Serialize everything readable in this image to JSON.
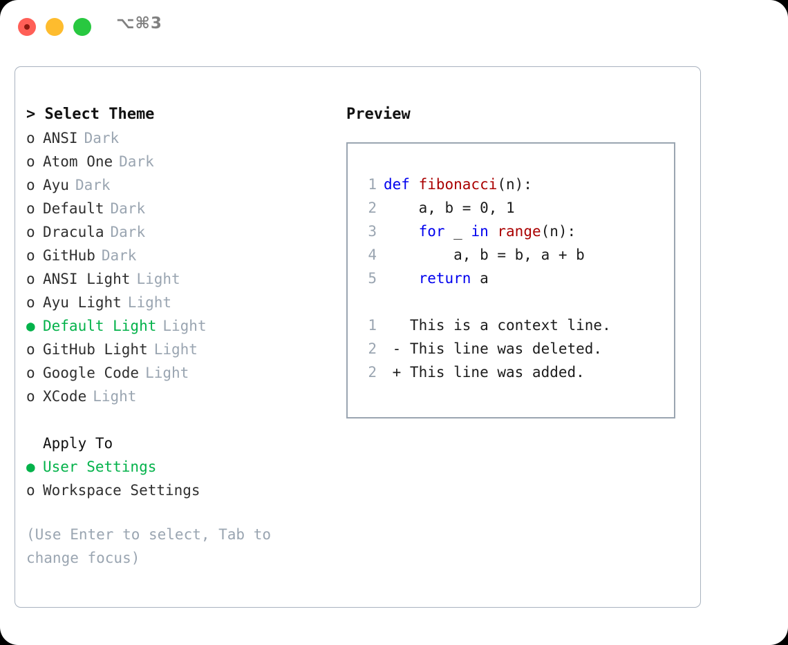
{
  "titlebar": {
    "lights": [
      {
        "name": "close",
        "color": "#ff5f57"
      },
      {
        "name": "minimize",
        "color": "#febc2e"
      },
      {
        "name": "maximize",
        "color": "#28c840"
      }
    ],
    "shortcut": "⌥⌘3"
  },
  "theme_list": {
    "title": "> Select Theme",
    "marker_unselected": "o",
    "marker_selected": "●",
    "items": [
      {
        "marker": "o",
        "name": "ANSI",
        "tag": "Dark",
        "selected": false
      },
      {
        "marker": "o",
        "name": "Atom One",
        "tag": "Dark",
        "selected": false
      },
      {
        "marker": "o",
        "name": "Ayu",
        "tag": "Dark",
        "selected": false
      },
      {
        "marker": "o",
        "name": "Default",
        "tag": "Dark",
        "selected": false
      },
      {
        "marker": "o",
        "name": "Dracula",
        "tag": "Dark",
        "selected": false
      },
      {
        "marker": "o",
        "name": "GitHub",
        "tag": "Dark",
        "selected": false
      },
      {
        "marker": "o",
        "name": "ANSI Light",
        "tag": "Light",
        "selected": false
      },
      {
        "marker": "o",
        "name": "Ayu Light",
        "tag": "Light",
        "selected": false
      },
      {
        "marker": "●",
        "name": "Default Light",
        "tag": "Light",
        "selected": true
      },
      {
        "marker": "o",
        "name": "GitHub Light",
        "tag": "Light",
        "selected": false
      },
      {
        "marker": "o",
        "name": "Google Code",
        "tag": "Light",
        "selected": false
      },
      {
        "marker": "o",
        "name": "XCode",
        "tag": "Light",
        "selected": false
      }
    ]
  },
  "apply_to": {
    "title": "Apply To",
    "items": [
      {
        "marker": "●",
        "name": "User Settings",
        "selected": true
      },
      {
        "marker": "o",
        "name": "Workspace Settings",
        "selected": false
      }
    ]
  },
  "hint": "(Use Enter to select, Tab to change focus)",
  "preview": {
    "title": "Preview",
    "code_lines": [
      {
        "number": "1",
        "tokens": [
          {
            "text": "def ",
            "style": "kw"
          },
          {
            "text": "fibonacci",
            "style": "fn"
          },
          {
            "text": "(n):",
            "style": "plain"
          }
        ]
      },
      {
        "number": "2",
        "tokens": [
          {
            "text": "    a, b = 0, 1",
            "style": "plain"
          }
        ]
      },
      {
        "number": "3",
        "tokens": [
          {
            "text": "    ",
            "style": "plain"
          },
          {
            "text": "for",
            "style": "kw"
          },
          {
            "text": " _ ",
            "style": "plain"
          },
          {
            "text": "in ",
            "style": "kw"
          },
          {
            "text": "range",
            "style": "fn"
          },
          {
            "text": "(n):",
            "style": "plain"
          }
        ]
      },
      {
        "number": "4",
        "tokens": [
          {
            "text": "        a, b = b, a + b",
            "style": "plain"
          }
        ]
      },
      {
        "number": "5",
        "tokens": [
          {
            "text": "    ",
            "style": "plain"
          },
          {
            "text": "return",
            "style": "kw"
          },
          {
            "text": " a",
            "style": "plain"
          }
        ]
      }
    ],
    "diff_lines": [
      {
        "number": "1",
        "text": "   This is a context line.",
        "style": "ctx"
      },
      {
        "number": "2",
        "text": " - This line was deleted.",
        "style": "del"
      },
      {
        "number": "2",
        "text": " + This line was added.",
        "style": "add"
      }
    ]
  },
  "colors": {
    "accent_green": "#03b24a",
    "muted": "#9aa5b1",
    "keyword": "#0000ee",
    "function": "#aa0000",
    "diff_add": "#00bf00",
    "diff_del": "#bf2618",
    "border": "#a8b2bf"
  }
}
